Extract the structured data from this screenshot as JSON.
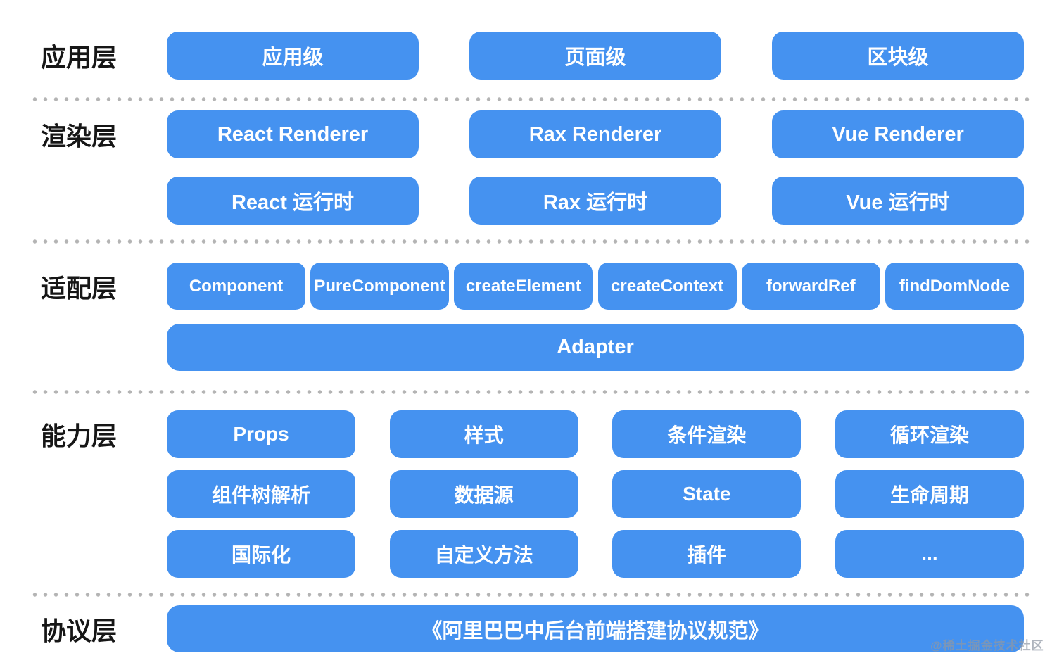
{
  "colors": {
    "node_fill": "#4592F0",
    "node_text": "#FFFFFF",
    "label_text": "#161616",
    "divider_dot": "#B4B4B4",
    "background": "#FFFFFF",
    "watermark_text": "#8F97A4"
  },
  "layers": [
    {
      "id": "application",
      "label": "应用层",
      "rows": [
        [
          "应用级",
          "页面级",
          "区块级"
        ]
      ]
    },
    {
      "id": "render",
      "label": "渲染层",
      "rows": [
        [
          "React Renderer",
          "Rax Renderer",
          "Vue Renderer"
        ],
        [
          "React 运行时",
          "Rax 运行时",
          "Vue 运行时"
        ]
      ]
    },
    {
      "id": "adapter",
      "label": "适配层",
      "rows": [
        [
          "Component",
          "PureComponent",
          "createElement",
          "createContext",
          "forwardRef",
          "findDomNode"
        ],
        [
          "Adapter"
        ]
      ]
    },
    {
      "id": "capability",
      "label": "能力层",
      "rows": [
        [
          "Props",
          "样式",
          "条件渲染",
          "循环渲染"
        ],
        [
          "组件树解析",
          "数据源",
          "State",
          "生命周期"
        ],
        [
          "国际化",
          "自定义方法",
          "插件",
          "..."
        ]
      ]
    },
    {
      "id": "protocol",
      "label": "协议层",
      "rows": [
        [
          "《阿里巴巴中后台前端搭建协议规范》"
        ]
      ]
    }
  ],
  "watermark": "@稀土掘金技术社区"
}
